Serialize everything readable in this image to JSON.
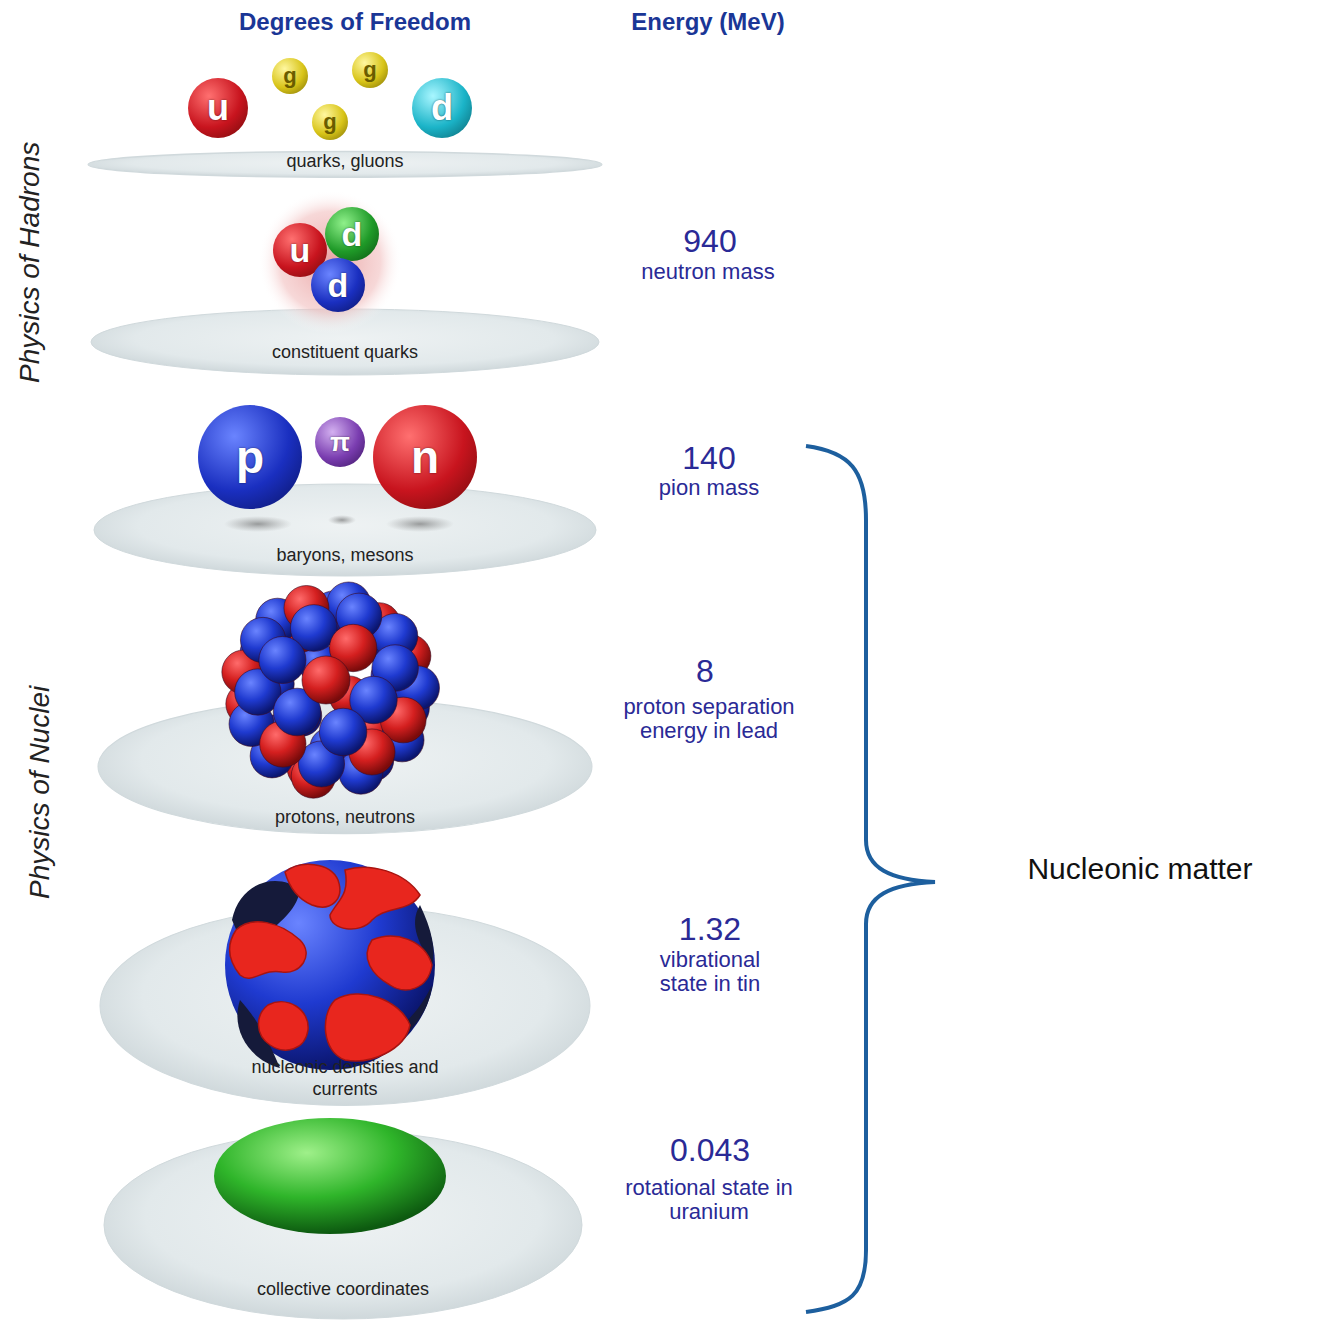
{
  "diagram": {
    "nodes": [
      {
        "text": [
          "u"
        ]
      },
      {
        "text": [
          "g"
        ]
      },
      {
        "text": [
          "g"
        ]
      },
      {
        "text": [
          "g"
        ]
      },
      {
        "text": [
          "d"
        ]
      },
      {
        "text": [
          "quarks, gluons"
        ]
      },
      {
        "text": [
          "u"
        ]
      },
      {
        "text": [
          "d"
        ]
      },
      {
        "text": [
          "d"
        ]
      },
      {
        "text": [
          "constituent quarks"
        ]
      },
      {
        "text": [
          "p"
        ]
      },
      {
        "text": [
          "π"
        ]
      },
      {
        "text": [
          "n"
        ]
      },
      {
        "text": [
          "baryons, mesons"
        ]
      },
      {
        "text": [
          "protons, neutrons"
        ]
      },
      {
        "text": [
          "nucleonic densities and currents"
        ]
      },
      {
        "text": [
          "collective coordinates"
        ]
      }
    ],
    "labels": [
      "Degrees of Freedom",
      "Energy (MeV)",
      "Physics of Hadrons",
      "Physics of Nuclei",
      "940",
      "neutron mass",
      "140",
      "pion mass",
      "8",
      "proton separation energy in lead",
      "1.32",
      "vibrational state in tin",
      "0.043",
      "rotational state in uranium",
      "Nucleonic matter"
    ]
  }
}
